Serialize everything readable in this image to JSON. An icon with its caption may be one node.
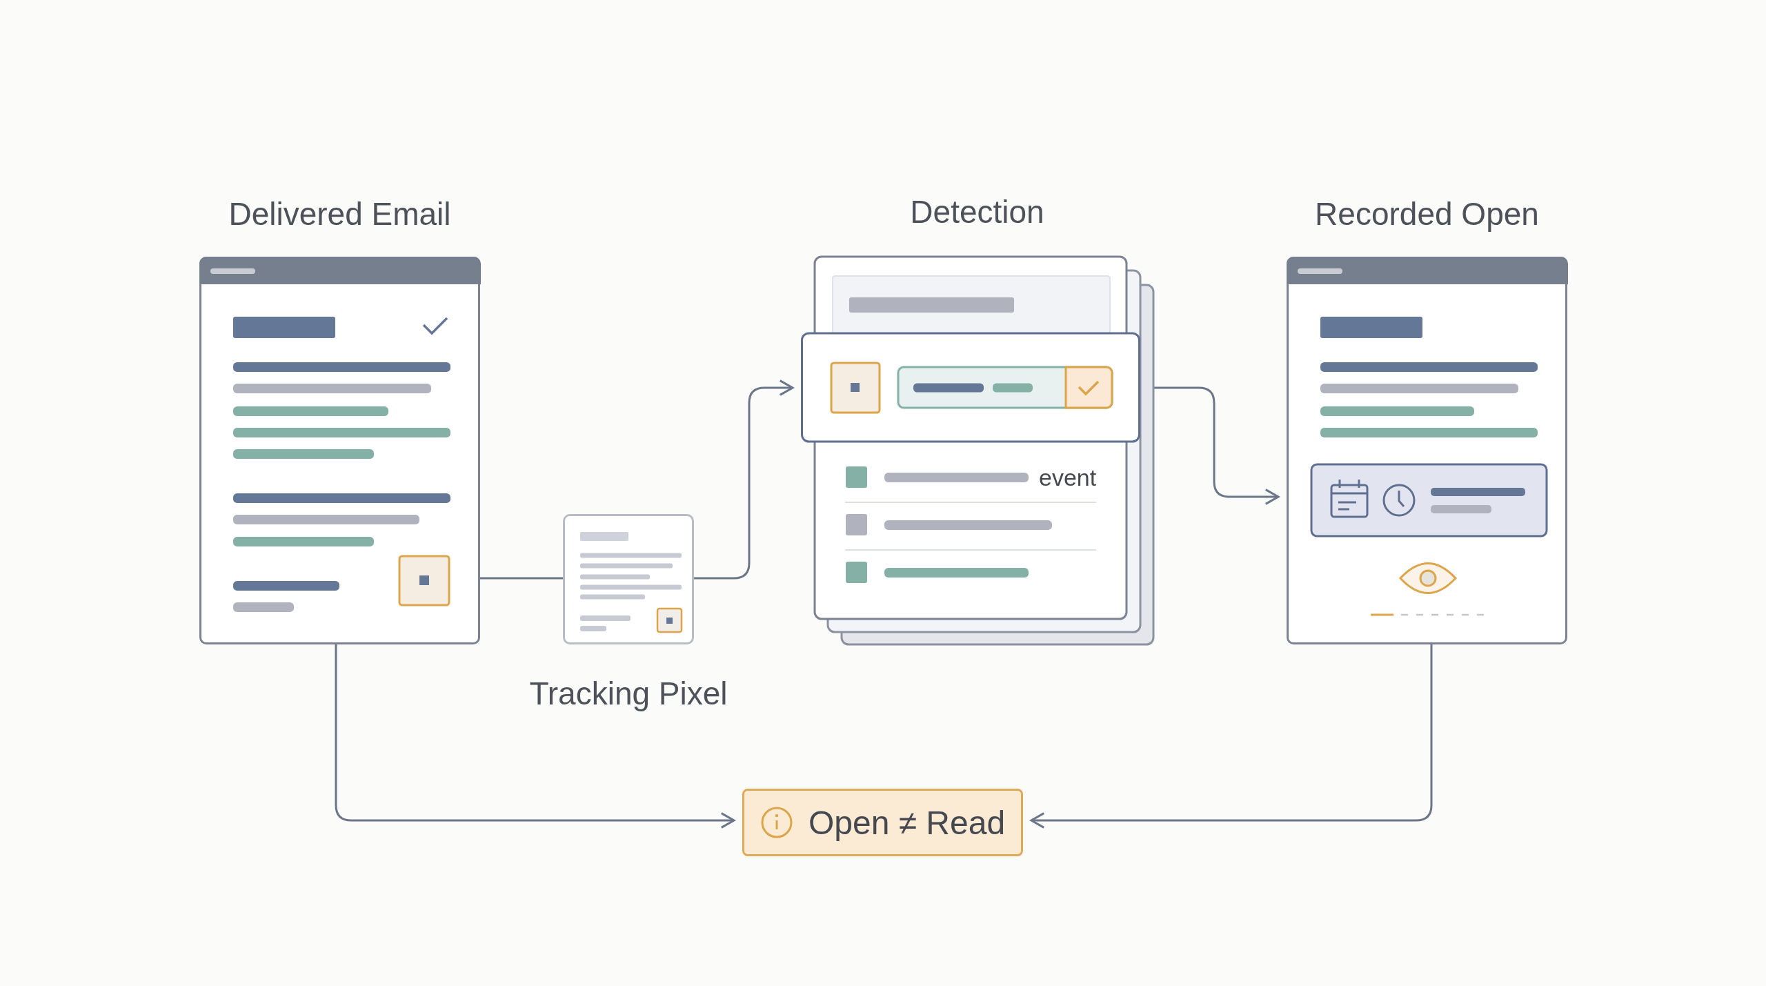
{
  "diagram": {
    "nodes": [
      {
        "text": [
          "Delivered Email"
        ]
      },
      {
        "text": [
          "Tracking Pixel"
        ]
      },
      {
        "text": [
          "Detection",
          "event"
        ]
      },
      {
        "text": [
          "Recorded Open"
        ]
      },
      {
        "text": [
          "Open ≠ Read"
        ]
      }
    ],
    "edges": [
      {
        "from": 0,
        "to": 1,
        "arrow": "none"
      },
      {
        "from": 1,
        "to": 2,
        "arrow": "to"
      },
      {
        "from": 2,
        "to": 3,
        "arrow": "to"
      },
      {
        "from": 0,
        "to": 4,
        "arrow": "to"
      },
      {
        "from": 3,
        "to": 4,
        "arrow": "to"
      }
    ]
  }
}
